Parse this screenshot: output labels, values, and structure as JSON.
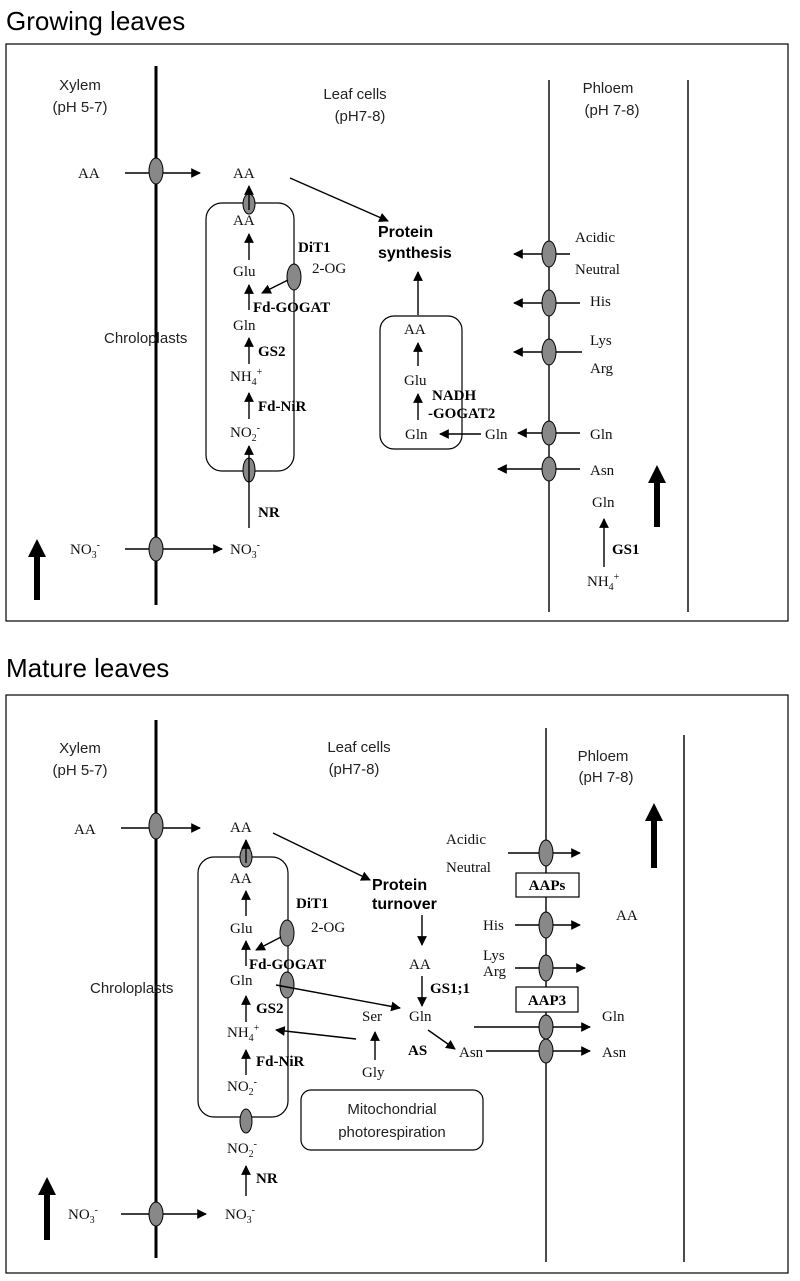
{
  "growing": {
    "title": "Growing leaves",
    "xylem": "Xylem",
    "xylem_ph": "(pH 5-7)",
    "leafcells": "Leaf cells",
    "leafcells_ph": "(pH7-8)",
    "phloem": "Phloem",
    "phloem_ph": "(pH 7-8)",
    "aa": "AA",
    "protein_1": "Protein",
    "protein_2": "synthesis",
    "dit1": "DiT1",
    "og": "2-OG",
    "glu": "Glu",
    "fd_gogat": "Fd-GOGAT",
    "gln": "Gln",
    "chloroplasts": "Chroloplasts",
    "gs2": "GS2",
    "nh4": "NH",
    "fd_nir": "Fd-NiR",
    "no2": "NO",
    "nr": "NR",
    "no3": "NO",
    "nadh_1": "NADH",
    "nadh_2": "-GOGAT2",
    "acidic": "Acidic",
    "neutral": "Neutral",
    "his": "His",
    "lys": "Lys",
    "arg": "Arg",
    "asn": "Asn",
    "gs1": "GS1"
  },
  "mature": {
    "title": "Mature leaves",
    "xylem": "Xylem",
    "xylem_ph": "(pH 5-7)",
    "leafcells": "Leaf cells",
    "leafcells_ph": "(pH7-8)",
    "phloem": "Phloem",
    "phloem_ph": "(pH 7-8)",
    "aa": "AA",
    "protein_1": "Protein",
    "protein_2": "turnover",
    "dit1": "DiT1",
    "og": "2-OG",
    "glu": "Glu",
    "fd_gogat": "Fd-GOGAT",
    "gln": "Gln",
    "chloroplasts": "Chroloplasts",
    "gs2": "GS2",
    "nh4": "NH",
    "fd_nir": "Fd-NiR",
    "no2": "NO",
    "nr": "NR",
    "no3": "NO",
    "acidic": "Acidic",
    "neutral": "Neutral",
    "aaps": "AAPs",
    "his": "His",
    "lys": "Lys",
    "arg": "Arg",
    "aap3": "AAP3",
    "asn": "Asn",
    "ser": "Ser",
    "gly": "Gly",
    "gs11": "GS1;1",
    "as": "AS",
    "mito_1": "Mitochondrial",
    "mito_2": "photorespiration"
  }
}
